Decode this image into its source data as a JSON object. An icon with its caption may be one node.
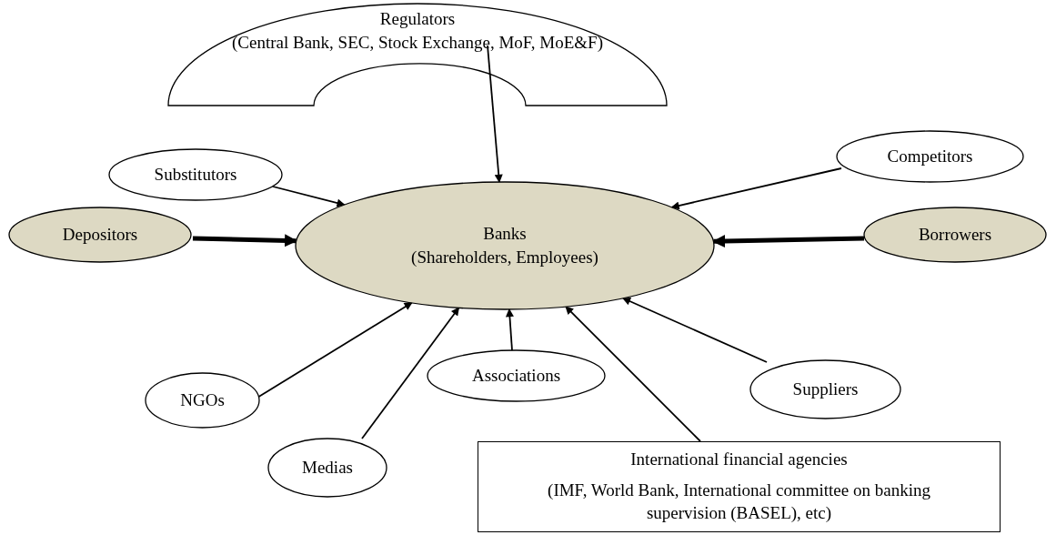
{
  "diagram": {
    "nodes": [
      {
        "text": [
          "Regulators",
          "(Central Bank, SEC, Stock Exchange, MoF, MoE&F)"
        ]
      },
      {
        "text": [
          "Substitutors"
        ]
      },
      {
        "text": [
          "Competitors"
        ]
      },
      {
        "text": [
          "Depositors"
        ]
      },
      {
        "text": [
          "Banks",
          "(Shareholders, Employees)"
        ]
      },
      {
        "text": [
          "Borrowers"
        ]
      },
      {
        "text": [
          "NGOs"
        ]
      },
      {
        "text": [
          "Associations"
        ]
      },
      {
        "text": [
          "Suppliers"
        ]
      },
      {
        "text": [
          "Medias"
        ]
      },
      {
        "text": [
          "International financial agencies",
          "(IMF, World Bank, International committee on banking supervision (BASEL), etc)"
        ]
      }
    ],
    "edges": [
      {
        "from": 0,
        "to": 4,
        "arrow": "to"
      },
      {
        "from": 1,
        "to": 4,
        "arrow": "to"
      },
      {
        "from": 2,
        "to": 4,
        "arrow": "to"
      },
      {
        "from": 3,
        "to": 4,
        "arrow": "to",
        "style": "thick"
      },
      {
        "from": 5,
        "to": 4,
        "arrow": "to",
        "style": "thick"
      },
      {
        "from": 6,
        "to": 4,
        "arrow": "to"
      },
      {
        "from": 7,
        "to": 4,
        "arrow": "to"
      },
      {
        "from": 8,
        "to": 4,
        "arrow": "to"
      },
      {
        "from": 9,
        "to": 4,
        "arrow": "to"
      },
      {
        "from": 10,
        "to": 4,
        "arrow": "to"
      }
    ]
  }
}
